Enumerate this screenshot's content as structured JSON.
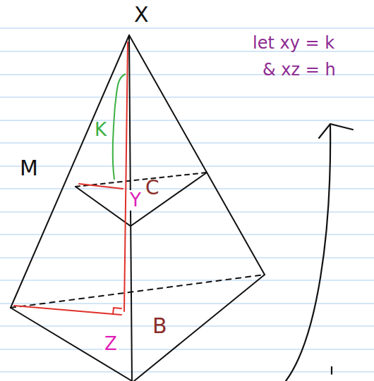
{
  "diagram": {
    "labels": [
      "X",
      "let xy = k",
      "& xz = h",
      "M",
      "K",
      "Y",
      "C",
      "B",
      "Z"
    ]
  }
}
